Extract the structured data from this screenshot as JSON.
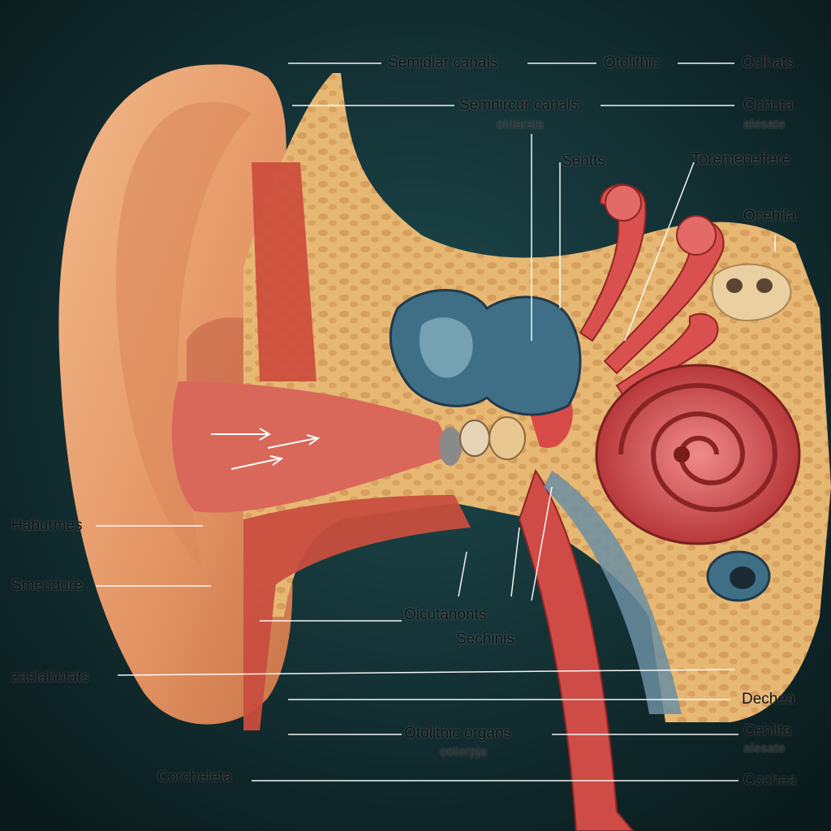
{
  "labels": {
    "top": {
      "semicircular_canals_1": "Semidlar canals",
      "otolithic_1": "Otolithic",
      "oclhats": "Oclhats",
      "semicircular_canals_2": "Semnircur canals",
      "oirtarats": "oirtarats",
      "ochuta": "Ochuta",
      "alesate_1": "alesate",
      "sentts": "Sentts",
      "toremeneffere": "Toremeneffere",
      "ocehila": "Ocehila"
    },
    "left": {
      "haburmes": "Haburmes",
      "smendure": "Smendure",
      "zaclabotats": "zaclabotats",
      "corcheleta": "Corcheleta"
    },
    "center": {
      "oicutanonts": "Oicutanonts",
      "sechinis": "Sechinis",
      "otolithic_organs": "Otolithic organs",
      "ooterpja": "ooterpja"
    },
    "right": {
      "dechea": "Dechea",
      "cehilta": "Cehilta",
      "alesate_2": "alesate",
      "cochea": "Cochea"
    }
  },
  "colors": {
    "background": "#0f2629",
    "skin": "#e9a06b",
    "bone": "#e7b874",
    "flesh": "#c8463e",
    "canal_blue": "#3f6f86",
    "leader_line": "#ffffff"
  }
}
